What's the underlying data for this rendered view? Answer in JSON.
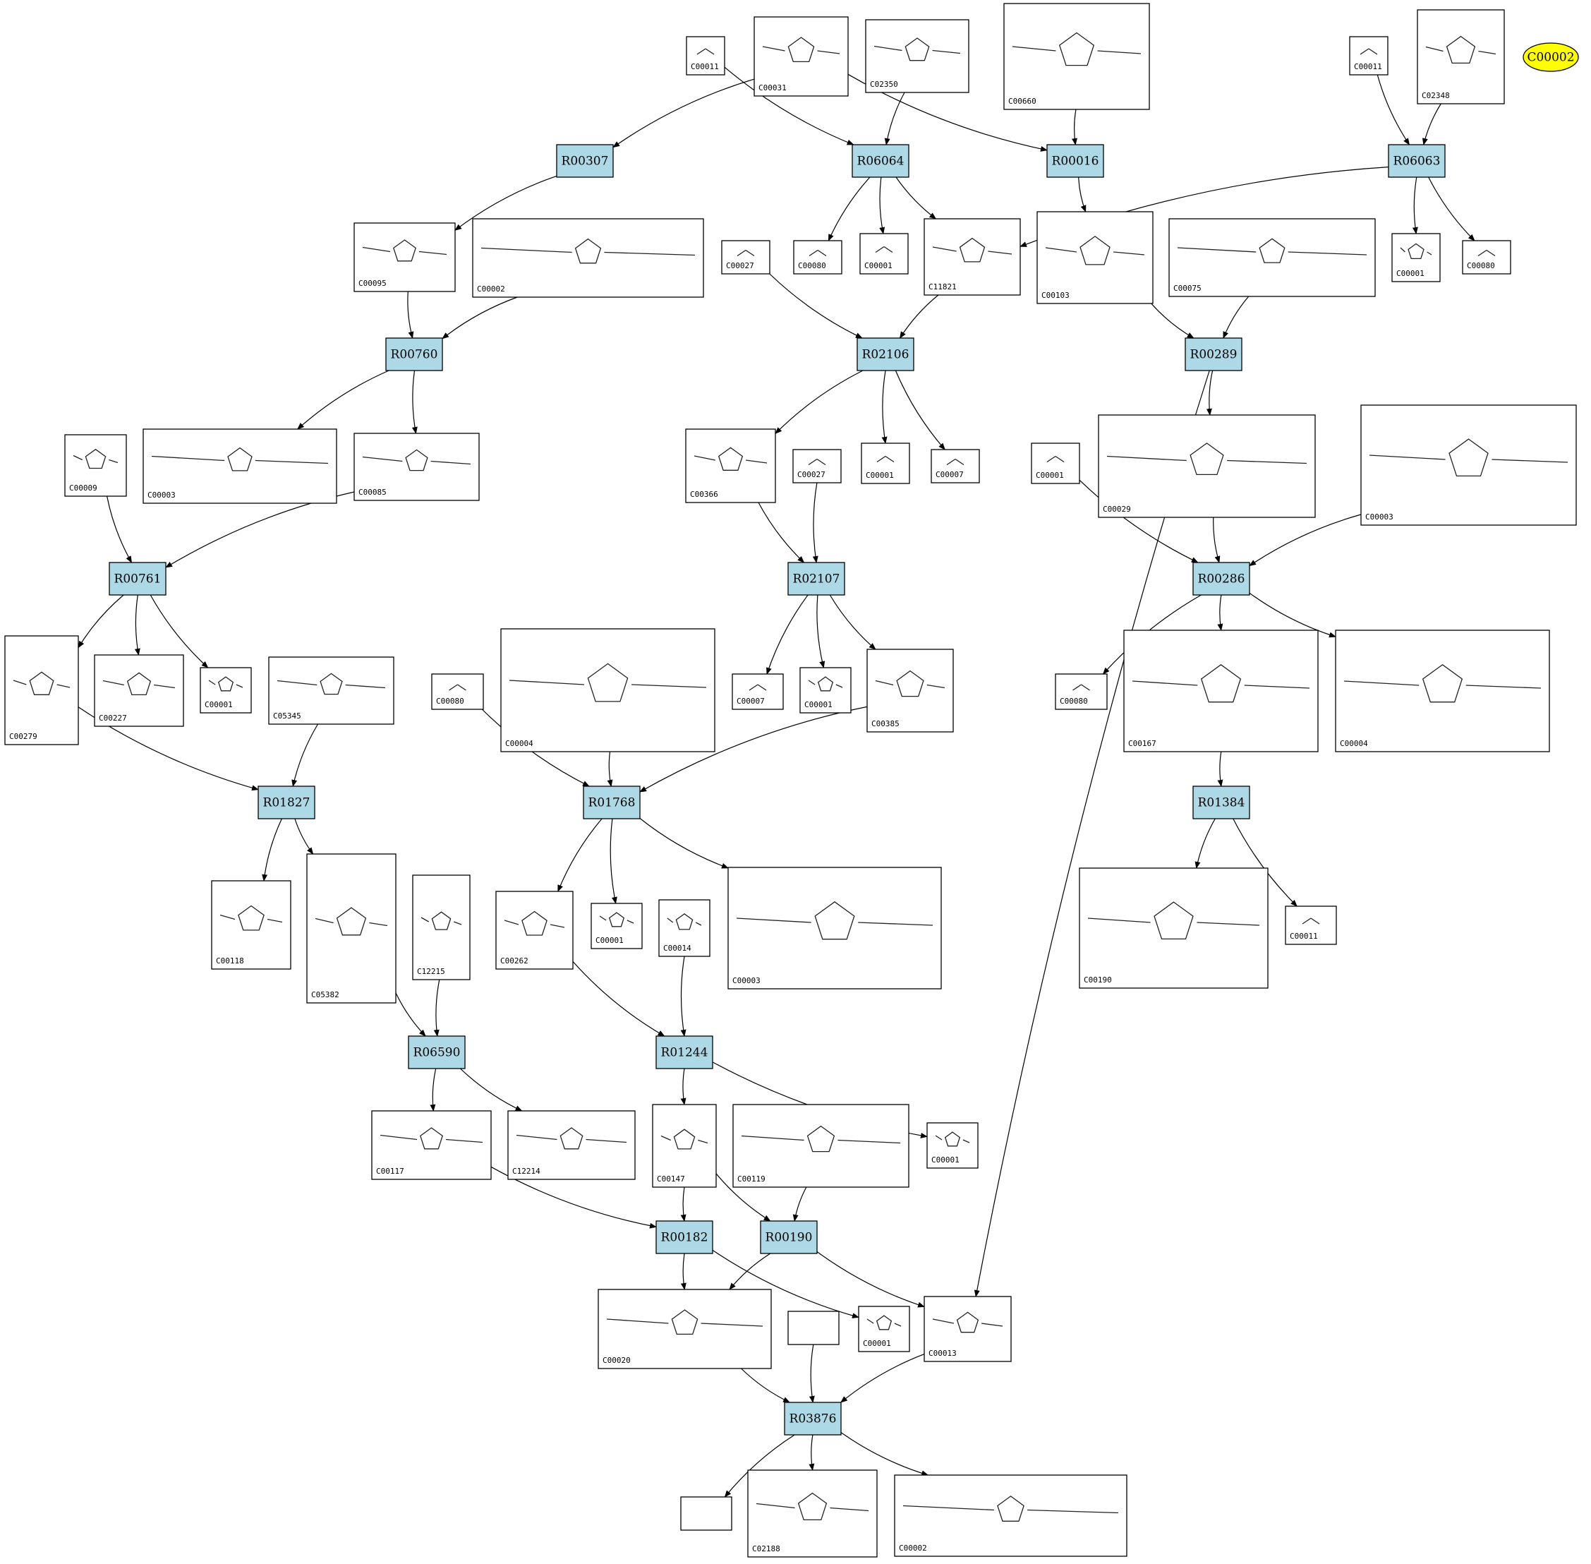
{
  "highlight": {
    "label": "C00002",
    "color": "#ffff00"
  },
  "colors": {
    "reaction_fill": "#add8e6",
    "compound_fill": "#ffffff",
    "edge": "#000000"
  },
  "reactions": [
    {
      "id": "R00307"
    },
    {
      "id": "R06064"
    },
    {
      "id": "R00016"
    },
    {
      "id": "R06063"
    },
    {
      "id": "R00760"
    },
    {
      "id": "R02106"
    },
    {
      "id": "R00289"
    },
    {
      "id": "R00761"
    },
    {
      "id": "R02107"
    },
    {
      "id": "R00286"
    },
    {
      "id": "R01827"
    },
    {
      "id": "R01768"
    },
    {
      "id": "R01384"
    },
    {
      "id": "R06590"
    },
    {
      "id": "R01244"
    },
    {
      "id": "R00182"
    },
    {
      "id": "R00190"
    },
    {
      "id": "R03876"
    }
  ],
  "compounds": [
    {
      "key": "c1",
      "id": "C00011",
      "formula": "O=C=O"
    },
    {
      "key": "c2",
      "id": "C00031",
      "formula": "glucose"
    },
    {
      "key": "c3",
      "id": "C02350",
      "formula": "allantoin"
    },
    {
      "key": "c4",
      "id": "C00660",
      "formula": "glucose 1,6-bisphosphate"
    },
    {
      "key": "c5",
      "id": "C00011",
      "formula": "O=C=O"
    },
    {
      "key": "c6",
      "id": "C02348",
      "formula": "ureido"
    },
    {
      "key": "c7",
      "id": "C00095",
      "formula": "fructose"
    },
    {
      "key": "c8",
      "id": "C00002",
      "formula": "ATP"
    },
    {
      "key": "c9",
      "id": "C00027",
      "formula": "HO-OH"
    },
    {
      "key": "c10",
      "id": "C00080",
      "formula": "H+"
    },
    {
      "key": "c11",
      "id": "C00001",
      "formula": "H2O"
    },
    {
      "key": "c12",
      "id": "C11821",
      "formula": "urate"
    },
    {
      "key": "c13",
      "id": "C00103",
      "formula": "glucose 1-phosphate"
    },
    {
      "key": "c14",
      "id": "C00075",
      "formula": "UTP"
    },
    {
      "key": "c15",
      "id": "C00001",
      "formula": "H2O"
    },
    {
      "key": "c16",
      "id": "C00080",
      "formula": "H+"
    },
    {
      "key": "c17",
      "id": "C00009",
      "formula": "HO-P(O)(OH)-OH"
    },
    {
      "key": "c18",
      "id": "C00003",
      "formula": "ADP"
    },
    {
      "key": "c19",
      "id": "C00085",
      "formula": "fructose 6-phosphate"
    },
    {
      "key": "c20",
      "id": "C00366",
      "formula": "urate"
    },
    {
      "key": "c21",
      "id": "C00027",
      "formula": "HO-OH"
    },
    {
      "key": "c22",
      "id": "C00001",
      "formula": "H2O"
    },
    {
      "key": "c23",
      "id": "C00007",
      "formula": "O=O"
    },
    {
      "key": "c24",
      "id": "C00001",
      "formula": "H2O"
    },
    {
      "key": "c25",
      "id": "C00029",
      "formula": "UDP-glucose"
    },
    {
      "key": "c26",
      "id": "C00003",
      "formula": "NAD+"
    },
    {
      "key": "c27",
      "id": "C00279",
      "formula": "erythrose 4-phosphate"
    },
    {
      "key": "c28",
      "id": "C00227",
      "formula": "acetyl phosphate"
    },
    {
      "key": "c29",
      "id": "C00001",
      "formula": "H2O"
    },
    {
      "key": "c30",
      "id": "C05345",
      "formula": "fructose 6-phosphate"
    },
    {
      "key": "c31",
      "id": "C00080",
      "formula": "H+"
    },
    {
      "key": "c32",
      "id": "C00004",
      "formula": "NADH"
    },
    {
      "key": "c33",
      "id": "C00007",
      "formula": "O=O"
    },
    {
      "key": "c34",
      "id": "C00001",
      "formula": "H2O"
    },
    {
      "key": "c35",
      "id": "C00385",
      "formula": "xanthine"
    },
    {
      "key": "c36",
      "id": "C00080",
      "formula": "H+"
    },
    {
      "key": "c37",
      "id": "C00167",
      "formula": "UDP-glucuronate"
    },
    {
      "key": "c38",
      "id": "C00004",
      "formula": "NADH"
    },
    {
      "key": "c39",
      "id": "C00118",
      "formula": "glyceraldehyde 3-phosphate"
    },
    {
      "key": "c40",
      "id": "C05382",
      "formula": "sedoheptulose 7-phosphate"
    },
    {
      "key": "c41",
      "id": "C12215",
      "formula": "imine phosphate"
    },
    {
      "key": "c42",
      "id": "C00262",
      "formula": "hypoxanthine"
    },
    {
      "key": "c43",
      "id": "C00001",
      "formula": "H2O"
    },
    {
      "key": "c44",
      "id": "C00014",
      "formula": "NH3"
    },
    {
      "key": "c45",
      "id": "C00003",
      "formula": "NAD+"
    },
    {
      "key": "c46",
      "id": "C00190",
      "formula": "UDP-xylose"
    },
    {
      "key": "c47",
      "id": "C00011",
      "formula": "O=C=O"
    },
    {
      "key": "c48",
      "id": "C00117",
      "formula": "ribose 5-phosphate"
    },
    {
      "key": "c49",
      "id": "C12214",
      "formula": "amino sugar phosphate"
    },
    {
      "key": "c50",
      "id": "C00147",
      "formula": "adenine"
    },
    {
      "key": "c51",
      "id": "C00119",
      "formula": "PRPP"
    },
    {
      "key": "c52",
      "id": "C00001",
      "formula": "H2O"
    },
    {
      "key": "c53",
      "id": "C00020",
      "formula": "AMP"
    },
    {
      "key": "c54",
      "id": "",
      "formula": ""
    },
    {
      "key": "c55",
      "id": "C00001",
      "formula": "H2O"
    },
    {
      "key": "c56",
      "id": "C00013",
      "formula": "diphosphate"
    },
    {
      "key": "c57",
      "id": "",
      "formula": ""
    },
    {
      "key": "c58",
      "id": "C02188",
      "formula": "protein lysine"
    },
    {
      "key": "c59",
      "id": "C00002",
      "formula": "ATP"
    }
  ]
}
